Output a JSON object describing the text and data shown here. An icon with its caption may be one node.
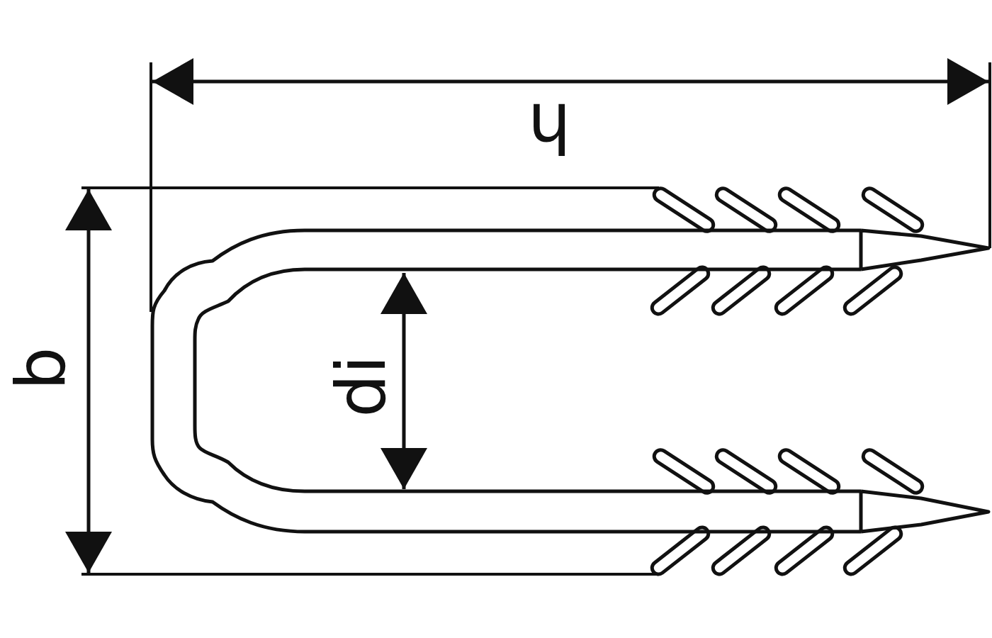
{
  "diagram": {
    "labels": [
      "h",
      "b",
      "di"
    ]
  }
}
